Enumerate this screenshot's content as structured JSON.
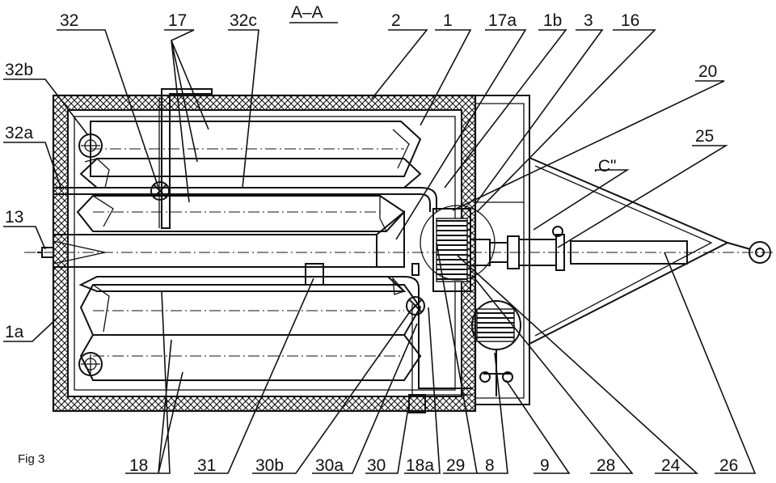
{
  "section_title": "A–A",
  "figure_caption": "Fig 3",
  "detail_label": ".C\"",
  "top_labels": [
    "32",
    "17",
    "32c",
    "2",
    "1",
    "17a",
    "1b",
    "3",
    "16",
    "20",
    "25"
  ],
  "left_labels": [
    "32b",
    "32a",
    "13",
    "1a"
  ],
  "bottom_labels": [
    "18",
    "31",
    "30b",
    "30a",
    "30",
    "18a",
    "29",
    "8",
    "9",
    "28",
    "24",
    "26"
  ]
}
